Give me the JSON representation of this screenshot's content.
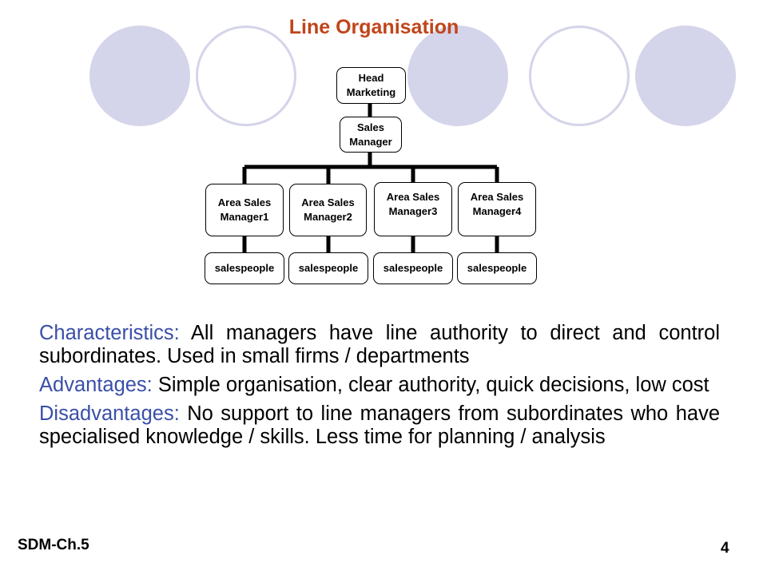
{
  "title": "Line Organisation",
  "colors": {
    "title": "#c0451a",
    "label_blue": "#3a4fa8",
    "circle_fill": "#d4d4ea",
    "circle_stroke": "#d4d4ea"
  },
  "org_chart": {
    "head": "Head\nMarketing",
    "sales_manager": "Sales\nManager",
    "area_managers": [
      "Area Sales\nManager1",
      "Area Sales\nManager2",
      "Area Sales\nManager3",
      "Area Sales\nManager4"
    ],
    "salespeople": [
      "salespeople",
      "salespeople",
      "salespeople",
      "salespeople"
    ]
  },
  "body": {
    "characteristics_label": "Characteristics:",
    "characteristics_text": " All managers have line authority to direct and control subordinates. Used in small firms / departments",
    "advantages_label": "Advantages:",
    "advantages_text": " Simple organisation, clear authority, quick decisions, low cost",
    "disadvantages_label": "Disadvantages:",
    "disadvantages_text": " No support to line managers from subordinates who have specialised knowledge / skills. Less time for planning / analysis"
  },
  "footer": {
    "left": "SDM-Ch.5",
    "page_number": "4"
  }
}
